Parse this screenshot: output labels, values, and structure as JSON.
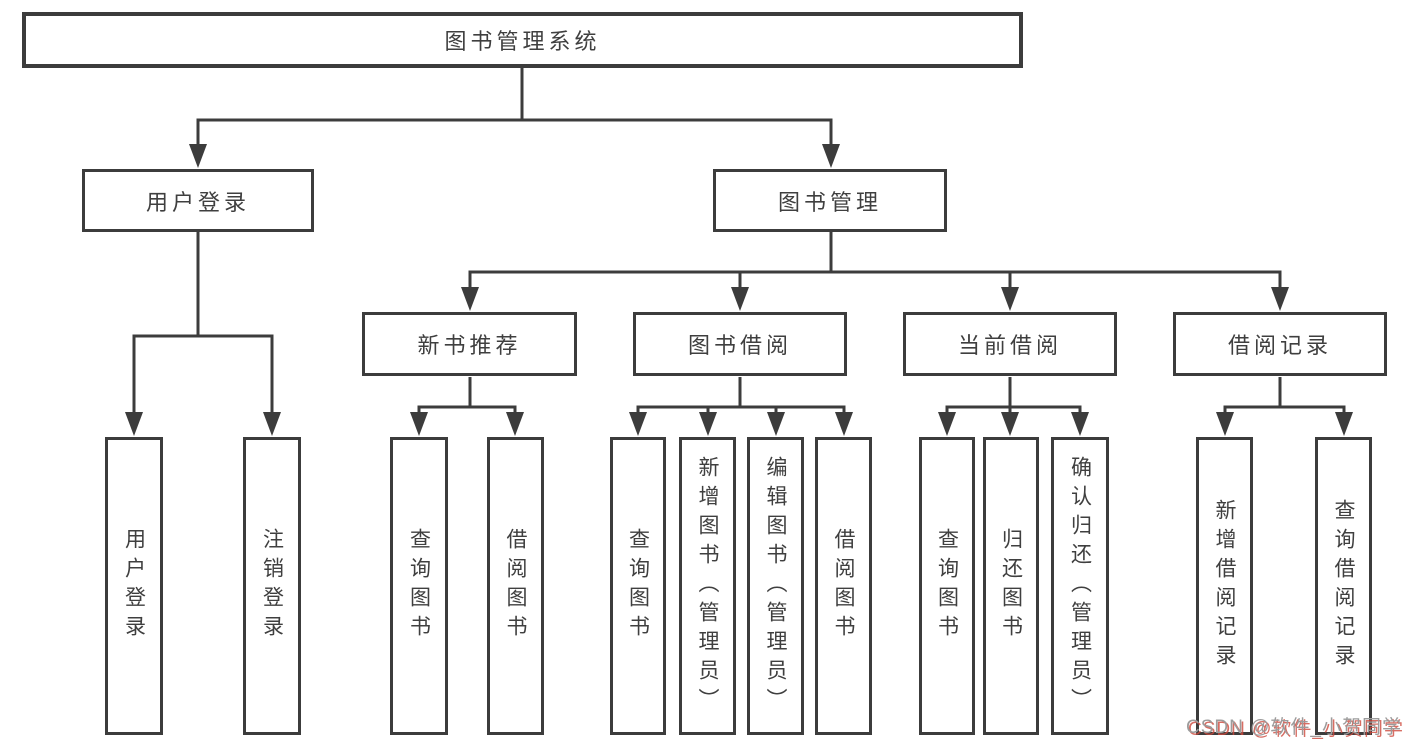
{
  "nodes": {
    "root": {
      "label": "图书管理系统"
    },
    "level2": [
      {
        "label": "用户登录"
      },
      {
        "label": "图书管理"
      }
    ],
    "level3": [
      {
        "label": "新书推荐",
        "parent": "图书管理"
      },
      {
        "label": "图书借阅",
        "parent": "图书管理"
      },
      {
        "label": "当前借阅",
        "parent": "图书管理"
      },
      {
        "label": "借阅记录",
        "parent": "图书管理"
      }
    ],
    "leaves": [
      {
        "label": "用户登录",
        "parent": "用户登录"
      },
      {
        "label": "注销登录",
        "parent": "用户登录"
      },
      {
        "label": "查询图书",
        "parent": "新书推荐"
      },
      {
        "label": "借阅图书",
        "parent": "新书推荐"
      },
      {
        "label": "查询图书",
        "parent": "图书借阅"
      },
      {
        "label": "新增图书（管理员）",
        "parent": "图书借阅"
      },
      {
        "label": "编辑图书（管理员）",
        "parent": "图书借阅"
      },
      {
        "label": "借阅图书",
        "parent": "图书借阅"
      },
      {
        "label": "查询图书",
        "parent": "当前借阅"
      },
      {
        "label": "归还图书",
        "parent": "当前借阅"
      },
      {
        "label": "确认归还（管理员）",
        "parent": "当前借阅"
      },
      {
        "label": "新增借阅记录",
        "parent": "借阅记录"
      },
      {
        "label": "查询借阅记录",
        "parent": "借阅记录"
      }
    ]
  },
  "watermark": {
    "text": "CSDN @软件_小贺同学"
  },
  "colors": {
    "line": "#3c3c3c",
    "text": "#3f3f3f",
    "watermark_gray": "#9c9c9c",
    "watermark_red": "#cd483c"
  }
}
